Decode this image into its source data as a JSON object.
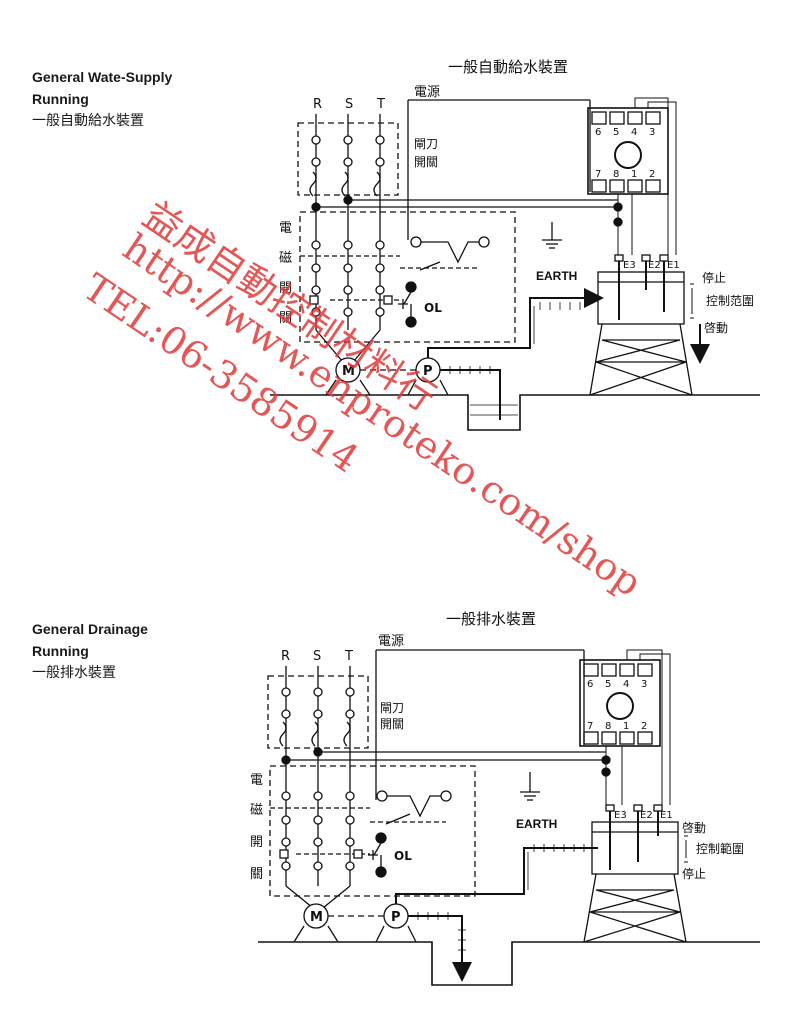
{
  "section_top": {
    "title_en_line1": "General Wate-Supply",
    "title_en_line2": "Running",
    "title_zh": "一般自動給水裝置",
    "diagram_title": "一般自動給水裝置",
    "power_label": "電源",
    "phases": [
      "R",
      "S",
      "T"
    ],
    "switch_label_1": "閘刀",
    "switch_label_2": "開關",
    "contactor_chars": [
      "電",
      "磁",
      "開",
      "關"
    ],
    "ol_label": "OL",
    "earth_label": "EARTH",
    "motor_label": "M",
    "pump_label": "P",
    "terminals_top": [
      "6",
      "5",
      "4",
      "3"
    ],
    "terminals_bottom": [
      "7",
      "8",
      "1",
      "2"
    ],
    "electrodes": [
      "E3",
      "E2",
      "E1"
    ],
    "level_stop": "停止",
    "level_range": "控制范圍",
    "level_start": "啓動"
  },
  "section_bottom": {
    "title_en_line1": "General Drainage",
    "title_en_line2": "Running",
    "title_zh": "一般排水裝置",
    "diagram_title": "一般排水裝置",
    "power_label": "電源",
    "phases": [
      "R",
      "S",
      "T"
    ],
    "switch_label_1": "閘刀",
    "switch_label_2": "開關",
    "contactor_chars": [
      "電",
      "磁",
      "開",
      "關"
    ],
    "ol_label": "OL",
    "earth_label": "EARTH",
    "motor_label": "M",
    "pump_label": "P",
    "terminals_top": [
      "6",
      "5",
      "4",
      "3"
    ],
    "terminals_bottom": [
      "7",
      "8",
      "1",
      "2"
    ],
    "electrodes": [
      "E3",
      "E2",
      "E1"
    ],
    "level_start": "啓動",
    "level_range": "控制範圍",
    "level_stop": "停止"
  },
  "watermark": {
    "line1": "益成自動控制材料行",
    "line2": "http://www.enproteko.com/shop",
    "line3": "TEL:06-3585914",
    "color": "#e03a3a"
  }
}
